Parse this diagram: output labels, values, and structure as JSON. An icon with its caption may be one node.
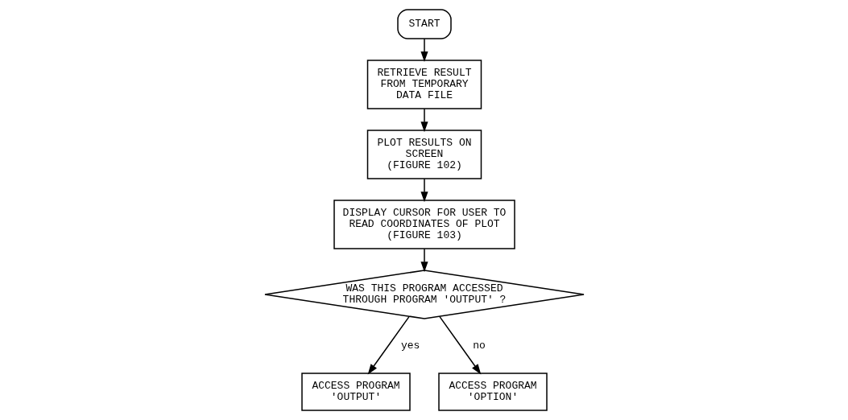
{
  "diagram": {
    "nodes": [
      {
        "text": [
          "START"
        ]
      },
      {
        "text": [
          "RETRIEVE RESULT FROM TEMPORARY DATA FILE"
        ]
      },
      {
        "text": [
          "PLOT RESULTS ON SCREEN",
          "(FIGURE 102)"
        ]
      },
      {
        "text": [
          "DISPLAY CURSOR FOR USER TO READ COORDINATES OF PLOT",
          "(FIGURE 103)"
        ]
      },
      {
        "text": [
          "WAS THIS PROGRAM ACCESSED THROUGH PROGRAM 'OUTPUT' ?"
        ]
      },
      {
        "text": [
          "ACCESS PROGRAM 'OUTPUT'"
        ]
      },
      {
        "text": [
          "ACCESS PROGRAM 'OPTION'"
        ]
      }
    ],
    "edges": [
      {
        "from": 0,
        "to": 1,
        "arrow": "to"
      },
      {
        "from": 1,
        "to": 2,
        "arrow": "to"
      },
      {
        "from": 2,
        "to": 3,
        "arrow": "to"
      },
      {
        "from": 3,
        "to": 4,
        "arrow": "to"
      },
      {
        "from": 4,
        "to": 5,
        "arrow": "to",
        "label": "yes"
      },
      {
        "from": 4,
        "to": 6,
        "arrow": "to",
        "label": "no"
      }
    ]
  }
}
